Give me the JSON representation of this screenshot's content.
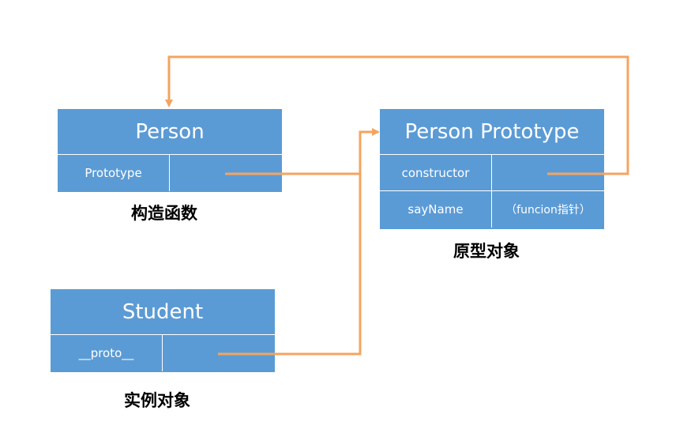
{
  "person": {
    "title": "Person",
    "row_label": "Prototype",
    "row_value": "",
    "caption": "构造函数"
  },
  "prototype": {
    "title": "Person Prototype",
    "rows": [
      {
        "label": "constructor",
        "value": ""
      },
      {
        "label": "sayName",
        "value": "（funcion指针）"
      }
    ],
    "caption": "原型对象"
  },
  "student": {
    "title": "Student",
    "row_label": "__proto__",
    "row_value": "",
    "caption": "实例对象"
  },
  "colors": {
    "box_fill": "#5b9bd5",
    "arrow": "#f4a460",
    "text_on_box": "#ffffff"
  }
}
